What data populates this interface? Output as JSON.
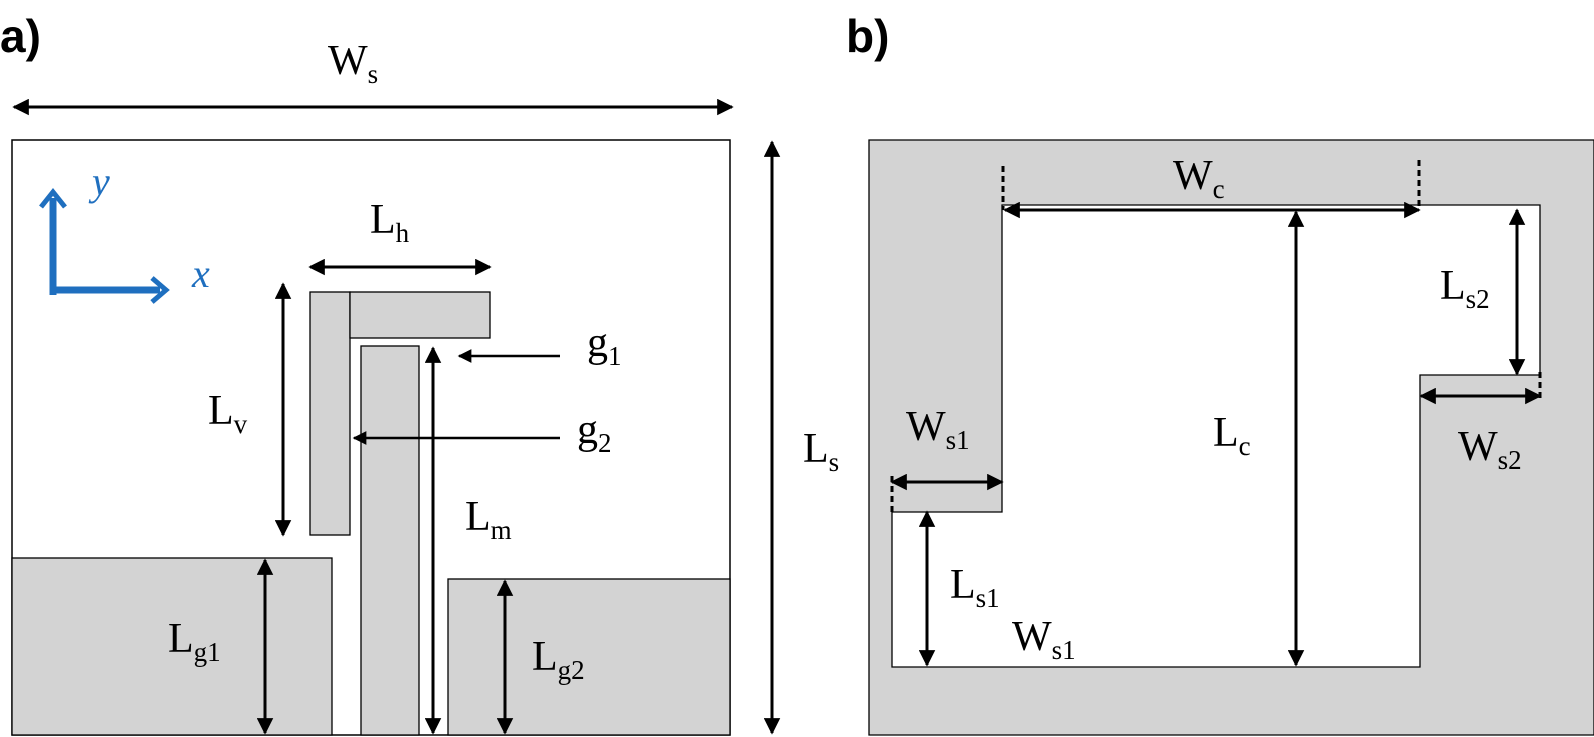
{
  "colors": {
    "metal": "#d3d3d3",
    "outline": "#000000",
    "axis": "#1f6fbf",
    "faded_text": "#ebebeb"
  },
  "panel_a": {
    "label": "a)",
    "axes": {
      "x_label": "x",
      "y_label": "y"
    },
    "dims": {
      "Ws": {
        "main": "W",
        "sub": "s"
      },
      "Ls": {
        "main": "L",
        "sub": "s"
      },
      "Lh": {
        "main": "L",
        "sub": "h"
      },
      "Lv": {
        "main": "L",
        "sub": "v"
      },
      "Lm": {
        "main": "L",
        "sub": "m"
      },
      "Lg1": {
        "main": "L",
        "sub": "g1"
      },
      "Lg2": {
        "main": "L",
        "sub": "g2"
      },
      "g1": {
        "main": "g",
        "sub": "1"
      },
      "g2": {
        "main": "g",
        "sub": "2"
      }
    }
  },
  "panel_b": {
    "label": "b)",
    "dims": {
      "Wc": {
        "main": "W",
        "sub": "c"
      },
      "Lc": {
        "main": "L",
        "sub": "c"
      },
      "Ls2": {
        "main": "L",
        "sub": "s2"
      },
      "Ws2": {
        "main": "W",
        "sub": "s2"
      },
      "Ws1": {
        "main": "W",
        "sub": "s1"
      },
      "Ls1": {
        "main": "L",
        "sub": "s1"
      },
      "Ws1_faded": {
        "main": "W",
        "sub": "s1"
      }
    }
  }
}
